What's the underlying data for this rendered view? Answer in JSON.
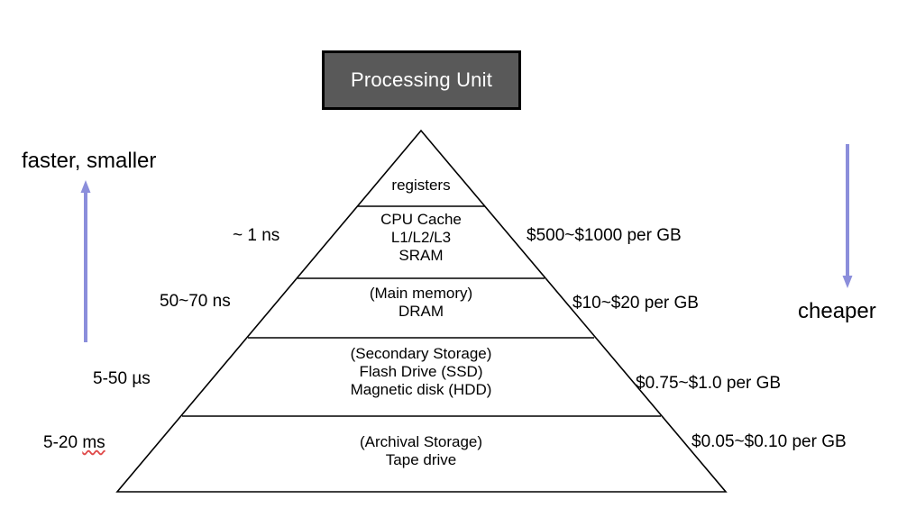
{
  "diagram": {
    "title_box": {
      "label": "Processing Unit",
      "fill_color": "#595959",
      "border_color": "#000000",
      "text_color": "#ffffff"
    },
    "arrows": {
      "color": "#8b8edb",
      "left": {
        "direction": "up",
        "caption": "faster, smaller"
      },
      "right": {
        "direction": "down",
        "caption": "cheaper"
      }
    },
    "pyramid": {
      "outline_color": "#000000",
      "fill_color": "#ffffff",
      "tiers": [
        {
          "name": "registers",
          "lines": [
            "registers"
          ],
          "latency": "~ 1 ns",
          "price": "$500~$1000 per GB"
        },
        {
          "name": "cpu-cache",
          "lines": [
            "CPU Cache",
            "L1/L2/L3",
            "SRAM"
          ],
          "latency": "~ 1 ns",
          "price": "$500~$1000 per GB"
        },
        {
          "name": "main-memory",
          "lines": [
            "(Main memory)",
            "DRAM"
          ],
          "latency": "50~70 ns",
          "price": "$10~$20 per GB"
        },
        {
          "name": "secondary-storage",
          "lines": [
            "(Secondary Storage)",
            "Flash Drive (SSD)",
            "Magnetic disk (HDD)"
          ],
          "latency": "5-50 µs",
          "price": "$0.75~$1.0 per GB"
        },
        {
          "name": "archival-storage",
          "lines": [
            "(Archival Storage)",
            "Tape drive"
          ],
          "latency": "5-20 ms",
          "price": "$0.05~$0.10 per GB"
        }
      ]
    },
    "latency_labels": {
      "cache": "~ 1 ns",
      "dram": "50~70 ns",
      "ssd_prefix": "5-50 ",
      "ssd_unit": "µs",
      "tape_prefix": "5-20 ",
      "tape_unit": "ms"
    },
    "price_labels": {
      "cache": "$500~$1000 per GB",
      "dram": "$10~$20 per GB",
      "ssd": "$0.75~$1.0 per GB",
      "tape": "$0.05~$0.10 per GB"
    },
    "tier_text": {
      "registers_1": "registers",
      "cache_1": "CPU Cache",
      "cache_2": "L1/L2/L3",
      "cache_3": "SRAM",
      "dram_1": "(Main memory)",
      "dram_2": "DRAM",
      "ssd_1": "(Secondary Storage)",
      "ssd_2": "Flash Drive (SSD)",
      "ssd_3": "Magnetic disk (HDD)",
      "tape_1": "(Archival Storage)",
      "tape_2": "Tape drive"
    }
  }
}
